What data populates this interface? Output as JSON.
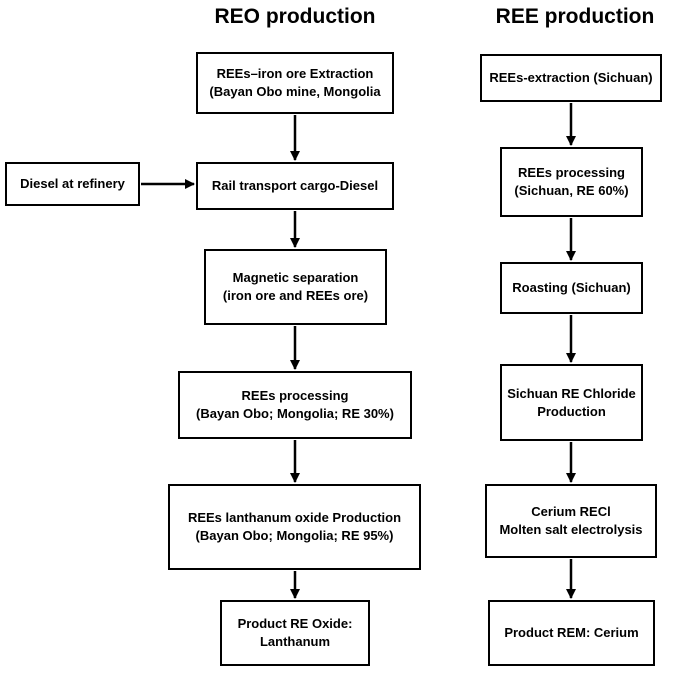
{
  "titles": {
    "reo": "REO production",
    "ree": "REE production"
  },
  "reo": {
    "extraction": [
      "REEs–iron ore  Extraction",
      "(Bayan Obo mine, Mongolia"
    ],
    "diesel": [
      "Diesel at refinery"
    ],
    "rail": [
      "Rail transport cargo-Diesel"
    ],
    "magnetic": [
      "Magnetic separation",
      "(iron ore and REEs ore)"
    ],
    "processing": [
      "REEs processing",
      "(Bayan Obo; Mongolia; RE 30%)"
    ],
    "lanthanum_oxide": [
      "REEs lanthanum oxide Production",
      "(Bayan Obo; Mongolia; RE 95%)"
    ],
    "product": [
      "Product RE Oxide:",
      "Lanthanum"
    ]
  },
  "ree": {
    "extraction": [
      "REEs-extraction (Sichuan)"
    ],
    "processing": [
      "REEs processing",
      "(Sichuan, RE 60%)"
    ],
    "roasting": [
      "Roasting (Sichuan)"
    ],
    "chloride": [
      "Sichuan RE Chloride",
      "Production"
    ],
    "electrolysis": [
      "Cerium RECl",
      "Molten salt electrolysis"
    ],
    "product": [
      "Product REM: Cerium"
    ]
  }
}
